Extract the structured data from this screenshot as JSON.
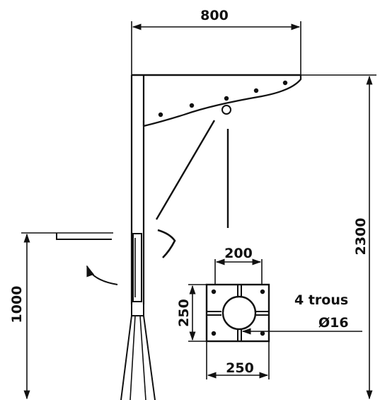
{
  "dimensions": {
    "width_top": "800",
    "height_total": "2300",
    "height_bracket": "1000",
    "plate_bolt_spacing": "200",
    "plate_width": "250",
    "plate_height": "250"
  },
  "notes": {
    "holes_label": "4 trous",
    "hole_diameter": "Ø16"
  },
  "colors": {
    "ink": "#111111",
    "background": "#ffffff"
  }
}
